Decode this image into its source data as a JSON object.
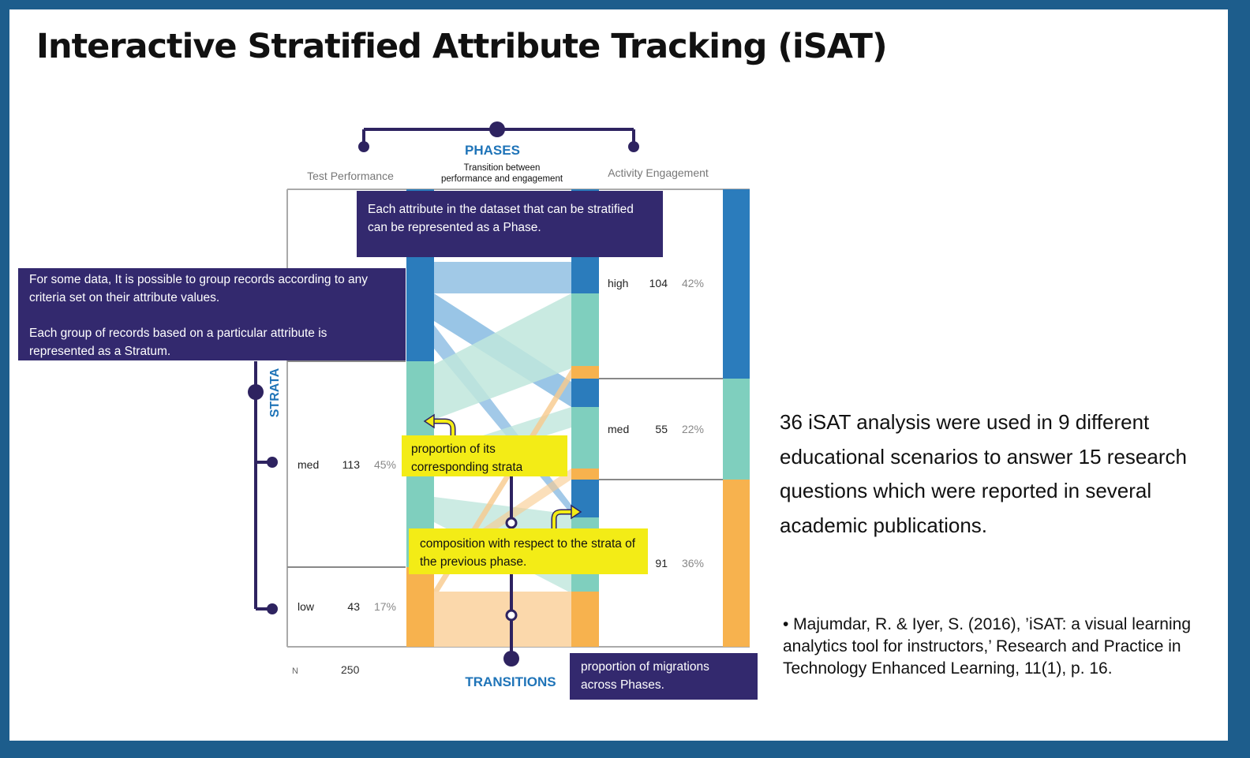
{
  "title": "Interactive Stratified Attribute Tracking (iSAT)",
  "diagram": {
    "phases_label": "PHASES",
    "phases_sublabel_line1": "Transition between",
    "phases_sublabel_line2": "performance and engagement",
    "phase_left": "Test Performance",
    "phase_right": "Activity Engagement",
    "strata_label": "STRATA",
    "transitions_label": "TRANSITIONS",
    "n_label": "N",
    "n_value": "250",
    "left_strata": [
      {
        "name": "med",
        "count": "113",
        "percent": "45%"
      },
      {
        "name": "low",
        "count": "43",
        "percent": "17%"
      }
    ],
    "right_strata": [
      {
        "name": "high",
        "count": "104",
        "percent": "42%"
      },
      {
        "name": "med",
        "count": "55",
        "percent": "22%"
      },
      {
        "count": "91",
        "percent": "36%"
      }
    ],
    "colors": {
      "high": "#2b7cbc",
      "med": "#7fcfbe",
      "low": "#f7b24e",
      "callout": "#33296e",
      "highlight": "#f3ec16",
      "accent": "#1f74b8"
    }
  },
  "callouts": {
    "phase_note": "Each attribute in the dataset that can be stratified can be represented as a Phase.",
    "strata_note_1": "For some data, It is possible to group records according to any criteria set on their attribute values.",
    "strata_note_2": "Each group of records based on a particular attribute is represented as a Stratum.",
    "strata_proportion": "proportion of its corresponding strata",
    "composition": "composition with respect to the strata of the previous phase.",
    "migrations": "proportion of migrations across Phases."
  },
  "summary": "36 iSAT analysis were used in 9 different educational scenarios to answer 15  research questions which were reported in several academic publications.",
  "reference": "• Majumdar, R. & Iyer, S. (2016), ’iSAT: a visual learning analytics tool for instructors,’ Research and Practice in Technology Enhanced Learning, 11(1), p. 16."
}
